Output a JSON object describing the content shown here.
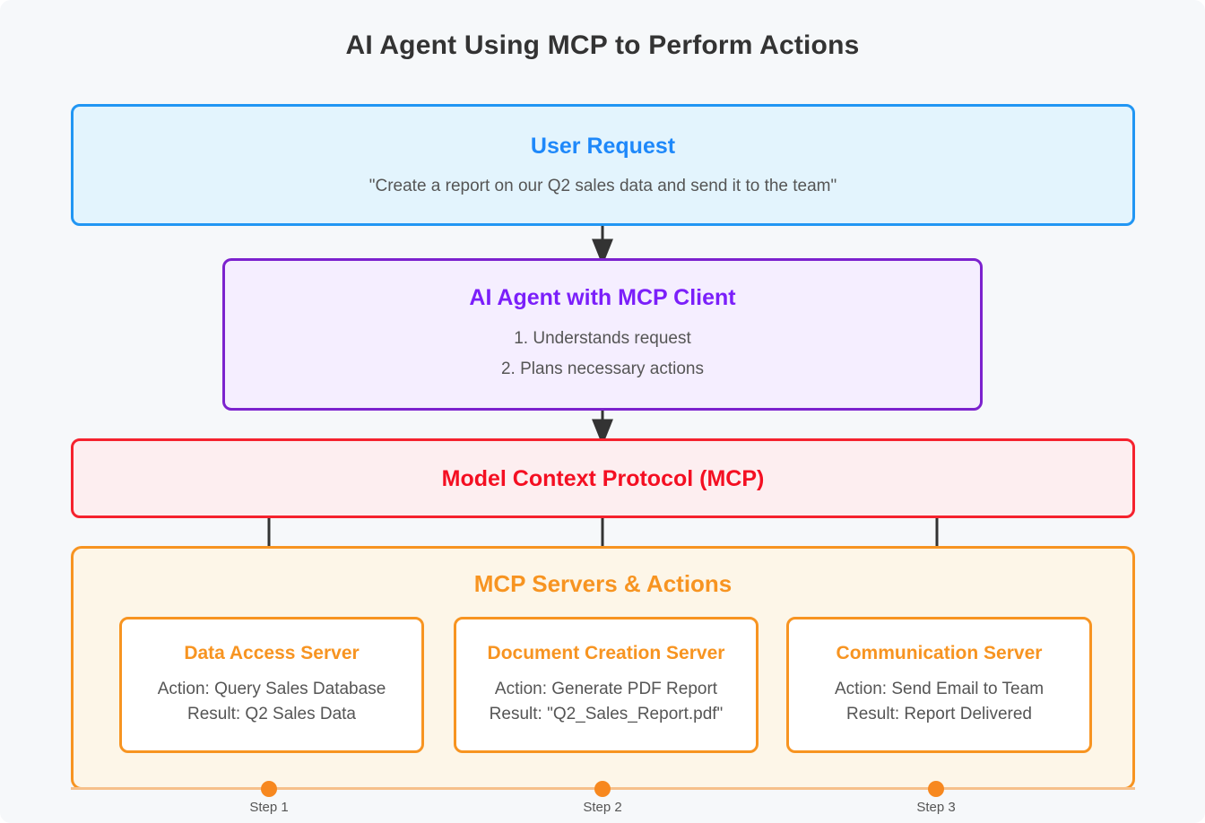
{
  "page": {
    "title": "AI Agent Using MCP to Perform Actions",
    "background_color": "#f6f8fa"
  },
  "nodes": {
    "user_request": {
      "title": "User Request",
      "text": "\"Create a report on our Q2 sales data and send it to the team\"",
      "accent_color": "#1e88fa",
      "fill_color": "#e3f4fd"
    },
    "ai_agent": {
      "title": "AI Agent with MCP Client",
      "line1": "1. Understands request",
      "line2": "2. Plans necessary actions",
      "accent_color": "#7b1ffa",
      "fill_color": "#f5eeff"
    },
    "mcp_protocol": {
      "title": "Model Context Protocol (MCP)",
      "accent_color": "#f40f22",
      "fill_color": "#fdeef0"
    },
    "servers_container": {
      "heading": "MCP Servers & Actions",
      "accent_color": "#f79421",
      "fill_color": "#fdf6e8"
    }
  },
  "servers": [
    {
      "title": "Data Access Server",
      "action": "Action: Query Sales Database",
      "result": "Result: Q2 Sales Data"
    },
    {
      "title": "Document Creation Server",
      "action": "Action: Generate PDF Report",
      "result": "Result: \"Q2_Sales_Report.pdf\""
    },
    {
      "title": "Communication Server",
      "action": "Action: Send Email to Team",
      "result": "Result: Report Delivered"
    }
  ],
  "steps": [
    {
      "label": "Step 1"
    },
    {
      "label": "Step 2"
    },
    {
      "label": "Step 3"
    }
  ],
  "connectors": {
    "flow_arrow_color": "#333333",
    "chain_arrow_color": "#22c024",
    "timeline_color": "#f6c08a",
    "step_dot_color": "#f7881f"
  }
}
